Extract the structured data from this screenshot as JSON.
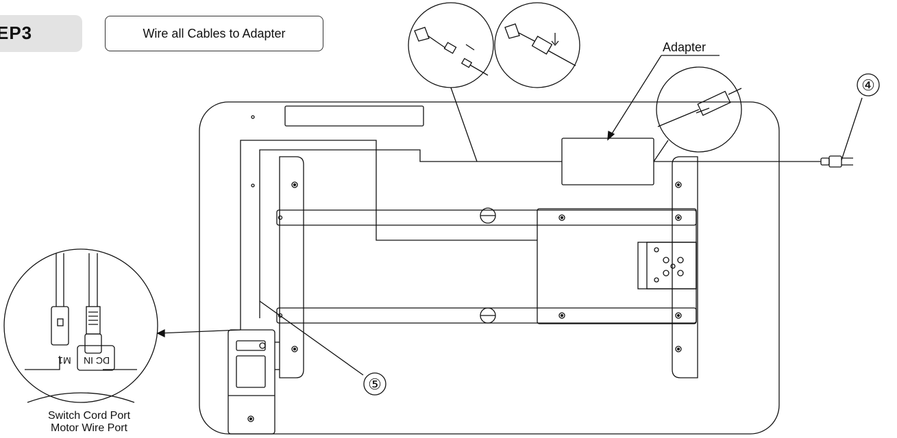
{
  "step": {
    "label": "EP3"
  },
  "title": "Wire all Cables to Adapter",
  "labels": {
    "adapter": "Adapter",
    "callout_4": "④",
    "callout_5": "⑤",
    "port_dc_in": "DC IN",
    "port_m1": "M1"
  },
  "caption": {
    "line1": "Switch Cord Port",
    "line2": "Motor Wire Port"
  }
}
